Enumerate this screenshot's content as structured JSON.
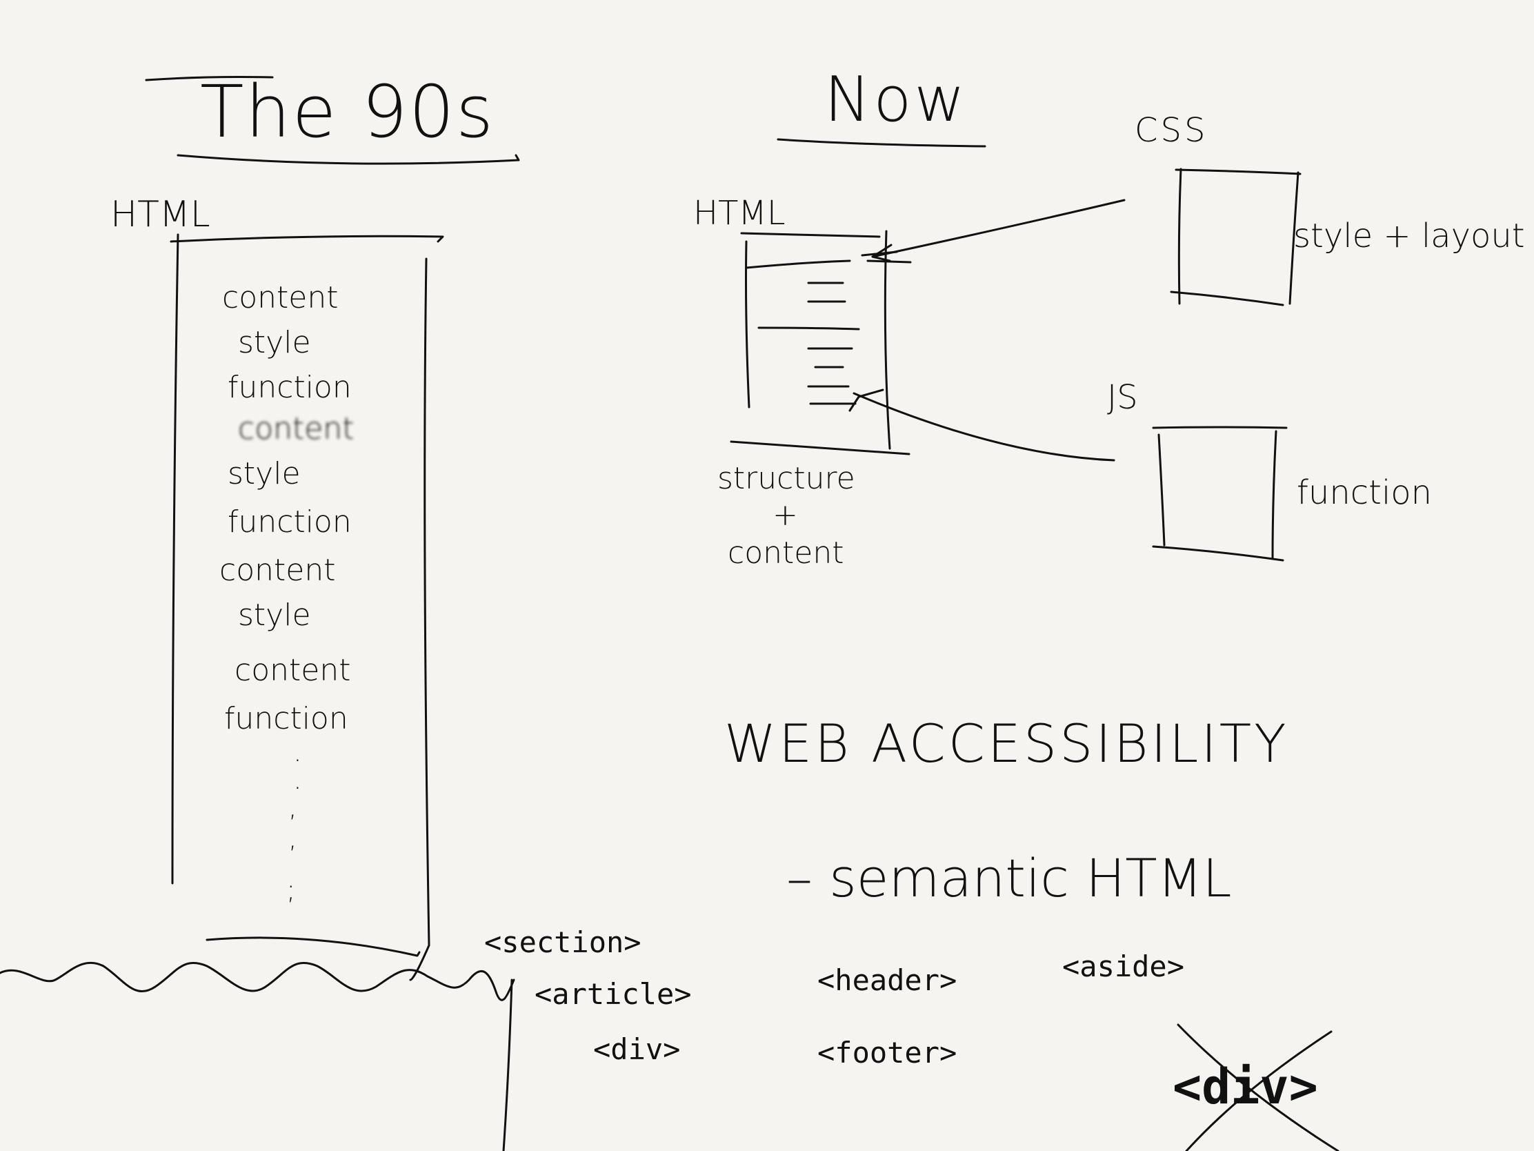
{
  "colors": {
    "background": "#f5f4f0",
    "ink": "#111111"
  },
  "left": {
    "title": "The 90s",
    "box_label": "HTML",
    "items": [
      "content",
      "style",
      "function",
      "content",
      "style",
      "function",
      "content",
      "style",
      "content",
      "function"
    ],
    "dots": [
      ".",
      ".",
      ",",
      ",",
      ";"
    ]
  },
  "right": {
    "title": "Now",
    "html_label": "HTML",
    "html_caption_1": "structure",
    "html_caption_2": "+",
    "html_caption_3": "content",
    "css_label": "CSS",
    "css_caption": "style + layout",
    "js_label": "JS",
    "js_caption": "function"
  },
  "bottom": {
    "heading": "WEB ACCESSIBILITY",
    "subheading": "– semantic HTML",
    "tags": [
      "<section>",
      "<article>",
      "<div>",
      "<header>",
      "<footer>",
      "<aside>"
    ],
    "crossed_tag": "<div>"
  }
}
